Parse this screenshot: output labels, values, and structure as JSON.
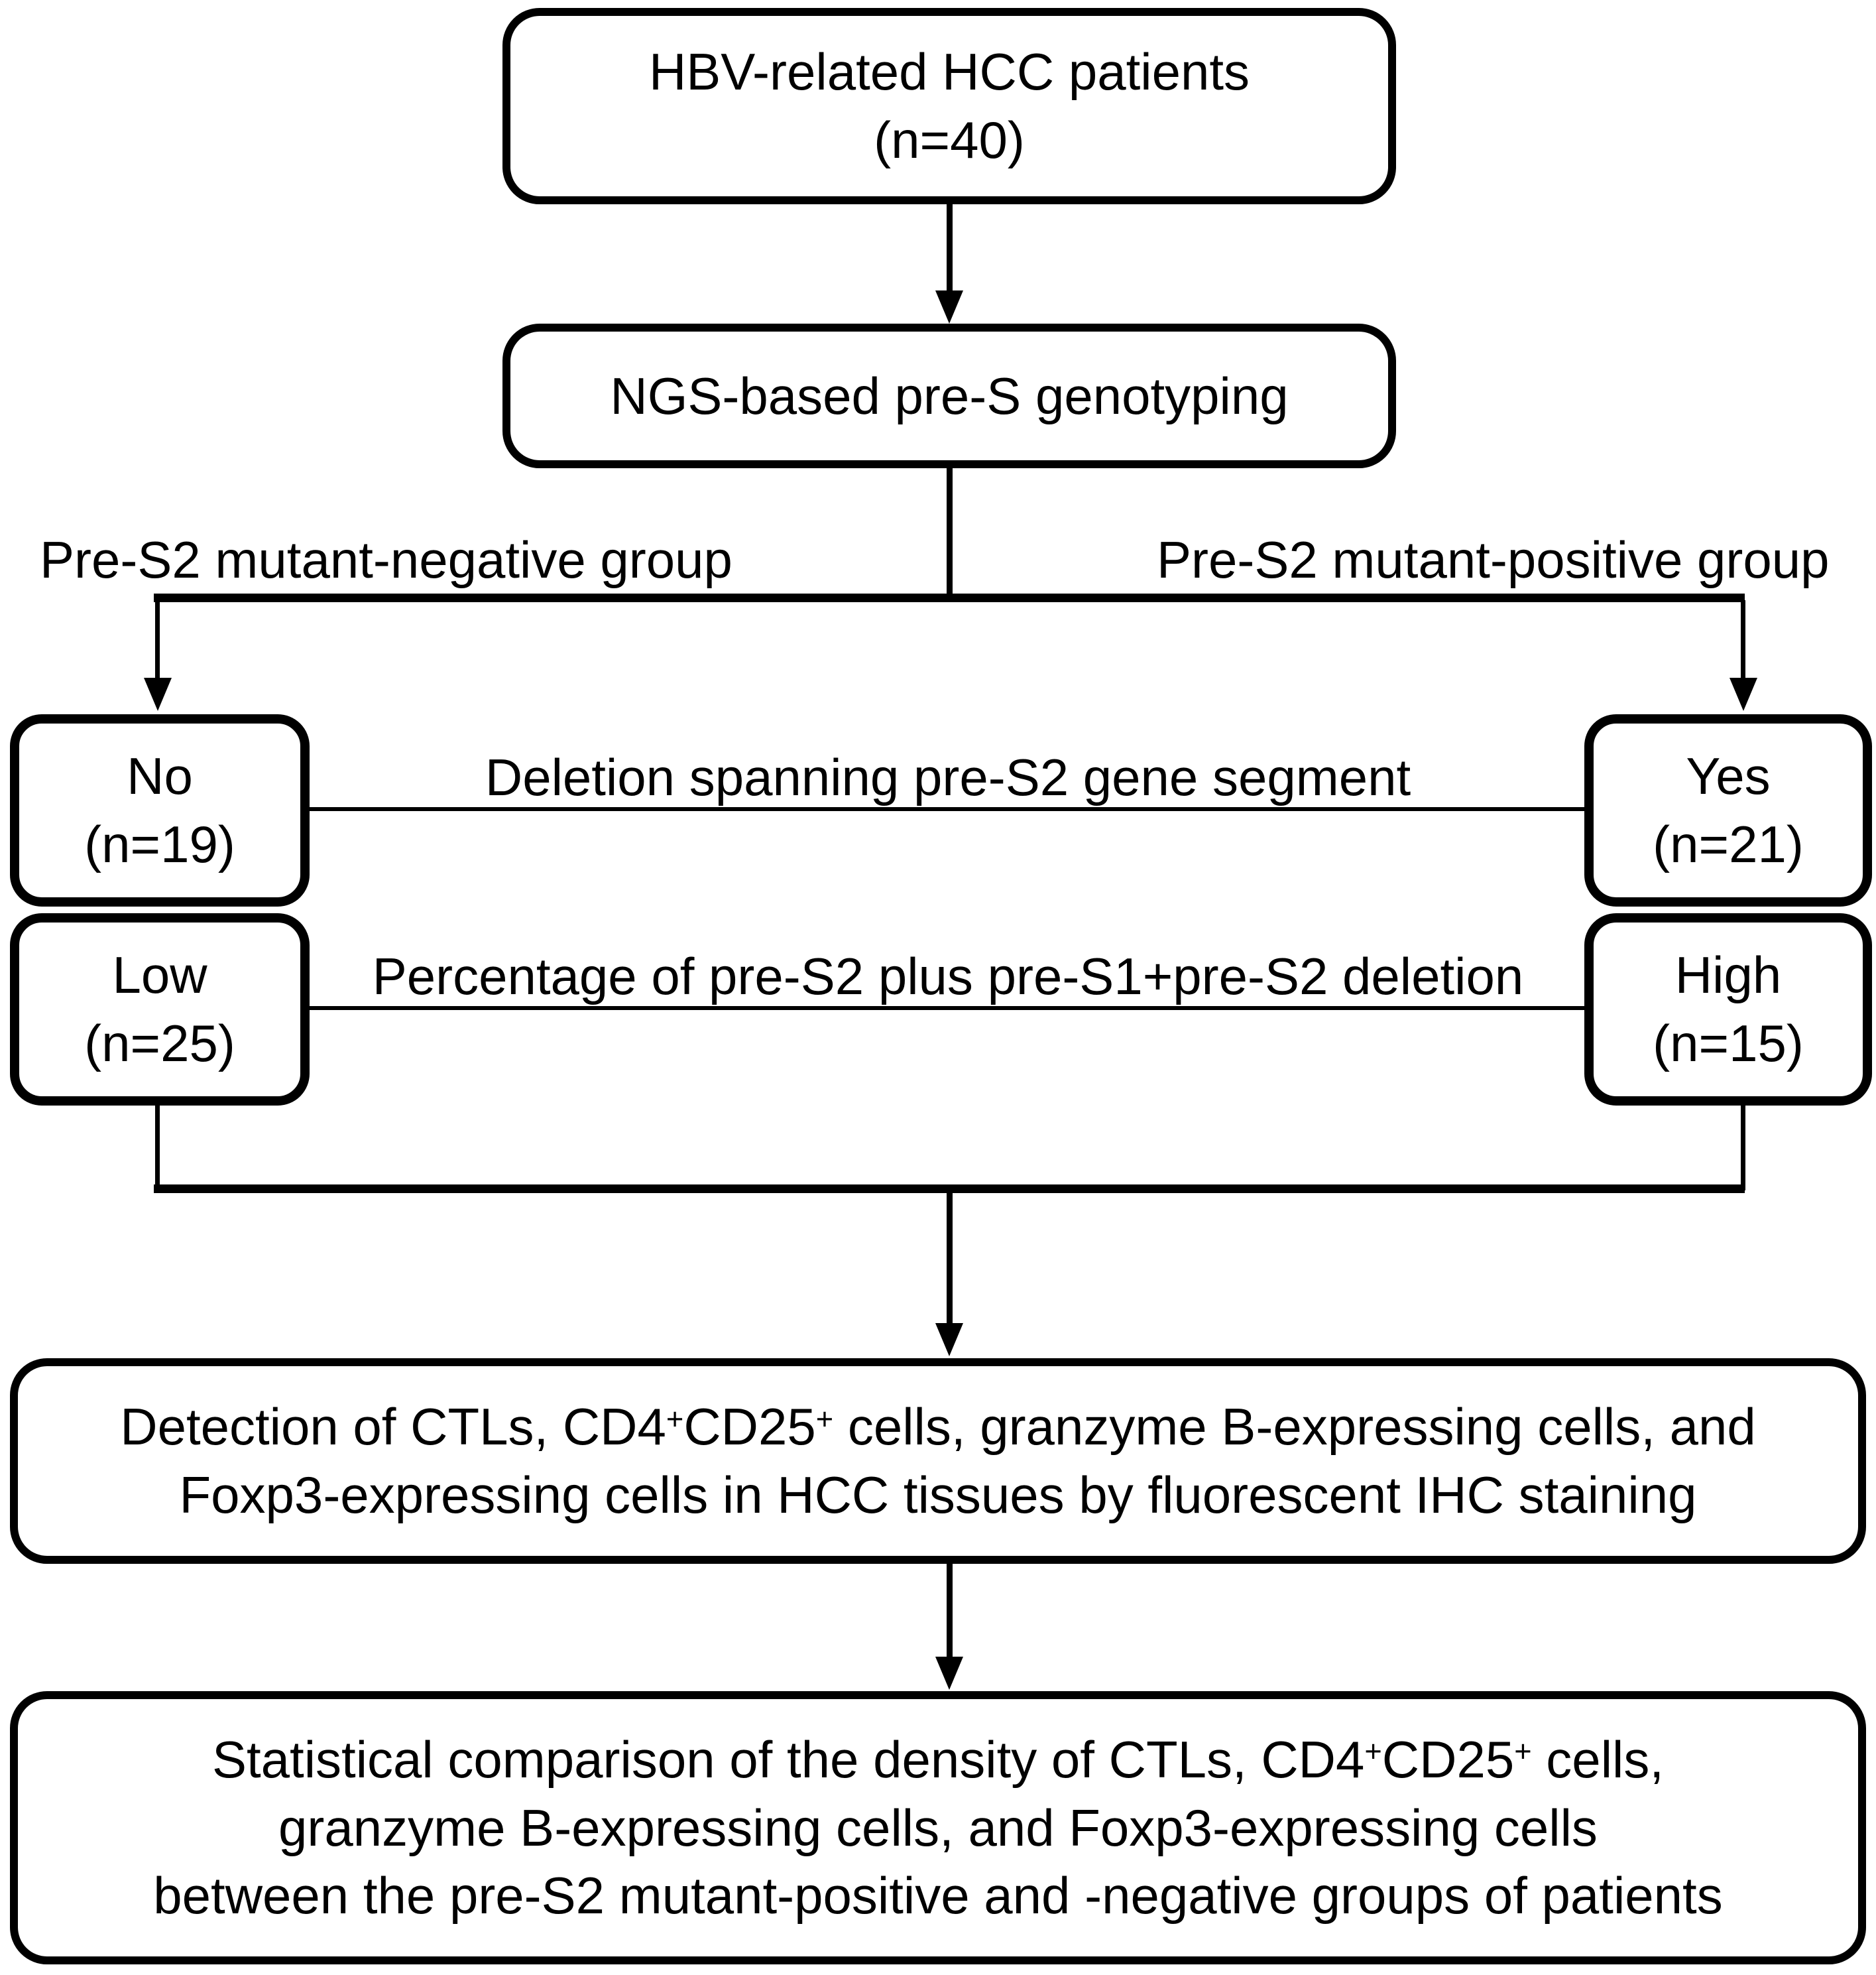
{
  "figure": {
    "background": "#ffffff",
    "ink": "#000000",
    "description": "Flowchart of patient grouping and analysis for HBV-related HCC study"
  },
  "boxes": {
    "patients": {
      "line1": "HBV-related HCC patients",
      "line2": "(n=40)"
    },
    "genotyping": {
      "label": "NGS-based pre-S genotyping"
    },
    "no": {
      "line1": "No",
      "line2": "(n=19)"
    },
    "yes": {
      "line1": "Yes",
      "line2": "(n=21)"
    },
    "low": {
      "line1": "Low",
      "line2": "(n=25)"
    },
    "high": {
      "line1": "High",
      "line2": "(n=15)"
    },
    "detection": {
      "l1a": "Detection of CTLs, CD4",
      "l1sup1": "+",
      "l1b": "CD25",
      "l1sup2": "+",
      "l1c": " cells, granzyme B-expressing cells, and",
      "line2": "Foxp3-expressing cells in HCC tissues by fluorescent IHC staining"
    },
    "statistics": {
      "l1a": "Statistical comparison of the density of CTLs, CD4",
      "l1sup1": "+",
      "l1b": "CD25",
      "l1sup2": "+",
      "l1c": " cells,",
      "line2": "granzyme B-expressing cells, and Foxp3-expressing cells",
      "line3": "between the pre-S2 mutant-positive and -negative groups of patients"
    }
  },
  "branch_labels": {
    "negative": "Pre-S2 mutant-negative group",
    "positive": "Pre-S2 mutant-positive group"
  },
  "connector_labels": {
    "deletion": "Deletion spanning pre-S2 gene segment",
    "percentage": "Percentage of pre-S2 plus pre-S1+pre-S2 deletion"
  }
}
